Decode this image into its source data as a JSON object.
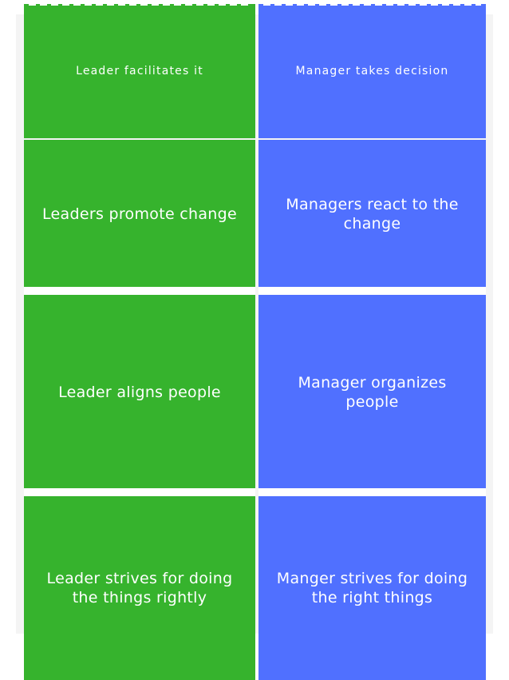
{
  "leader": {
    "row0": "Leader facilitates it",
    "row1": "Leaders promote change",
    "row2": "Leader aligns people",
    "row3": "Leader strives for doing the things rightly"
  },
  "manager": {
    "row0": "Manager takes decision",
    "row1": "Managers react to the change",
    "row2": "Manager organizes people",
    "row3": "Manger strives for doing the right things"
  },
  "colors": {
    "leader": "#36b32d",
    "manager": "#5070ff"
  }
}
